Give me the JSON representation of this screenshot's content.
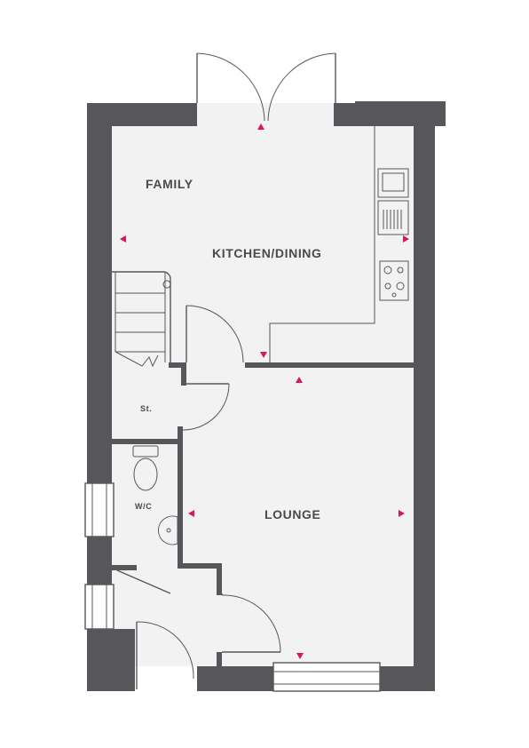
{
  "rooms": {
    "family": "FAMILY",
    "kitchen_dining": "KITCHEN/DINING",
    "store": "St.",
    "wc": "W/C",
    "lounge": "LOUNGE"
  },
  "colors": {
    "wall": "#57565b",
    "floor": "#f2f2f3",
    "marker": "#d9184e"
  }
}
